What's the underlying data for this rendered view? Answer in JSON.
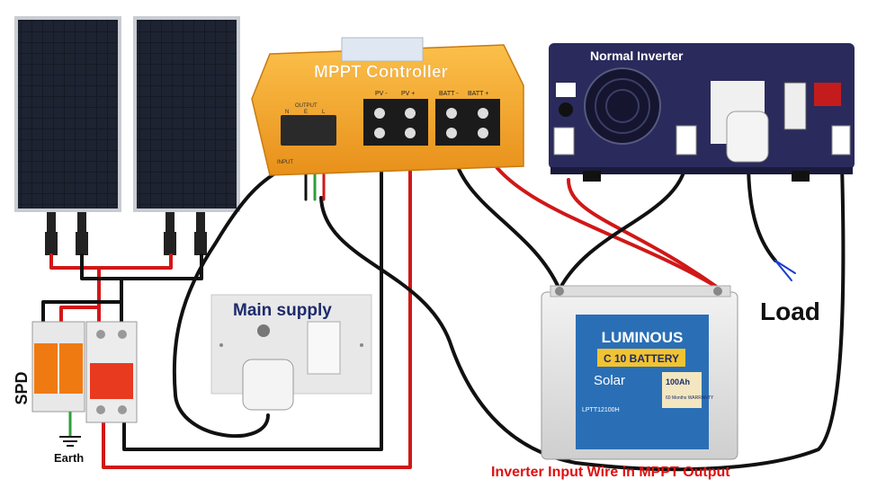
{
  "labels": {
    "controller": "MPPT Controller",
    "inverter": "Normal Inverter",
    "main_supply": "Main supply",
    "load": "Load",
    "spd": "SPD",
    "earth": "Earth",
    "caption": "Inverter Input Wire in MPPT Output"
  },
  "controller": {
    "output": "OUTPUT",
    "n": "N",
    "e": "E",
    "l": "L",
    "pv_minus": "PV -",
    "pv_plus": "PV +",
    "batt_minus": "BATT -",
    "batt_plus": "BATT +",
    "input": "INPUT"
  },
  "battery": {
    "brand": "LUMINOUS",
    "model": "C 10 BATTERY",
    "solar": "Solar",
    "capacity": "100Ah",
    "warranty": "60 Months WARRANTY",
    "code": "LPTT12100H"
  },
  "colors": {
    "red_wire": "#d01818",
    "black_wire": "#111111",
    "green_wire": "#2e9e3a",
    "controller_body": "#f5a623",
    "inverter_body": "#2b2a5c",
    "battery_label": "#2a6fb5",
    "caption": "#e01010"
  }
}
